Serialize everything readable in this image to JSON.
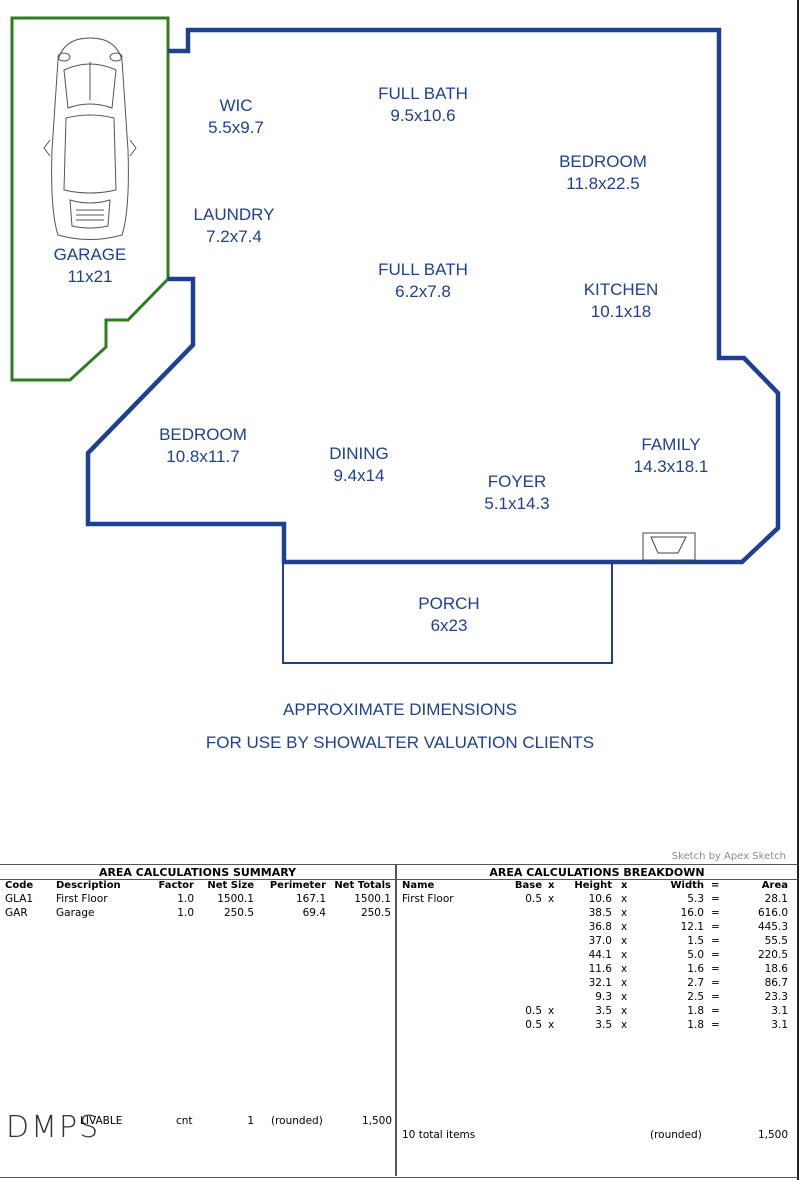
{
  "rooms": [
    {
      "name": "WIC",
      "dims": "5.5x9.7"
    },
    {
      "name": "FULL BATH",
      "dims": "9.5x10.6"
    },
    {
      "name": "BEDROOM",
      "dims": "11.8x22.5"
    },
    {
      "name": "LAUNDRY",
      "dims": "7.2x7.4"
    },
    {
      "name": "GARAGE",
      "dims": "11x21"
    },
    {
      "name": "FULL BATH",
      "dims": "6.2x7.8"
    },
    {
      "name": "KITCHEN",
      "dims": "10.1x18"
    },
    {
      "name": "BEDROOM",
      "dims": "10.8x11.7"
    },
    {
      "name": "DINING",
      "dims": "9.4x14"
    },
    {
      "name": "FAMILY",
      "dims": "14.3x18.1"
    },
    {
      "name": "FOYER",
      "dims": "5.1x14.3"
    },
    {
      "name": "PORCH",
      "dims": "6x23"
    }
  ],
  "captions": {
    "line1": "APPROXIMATE DIMENSIONS",
    "line2": "FOR USE BY SHOWALTER VALUATION CLIENTS"
  },
  "credit": "Sketch by Apex Sketch",
  "colors": {
    "living_outline": "#1f3f8f",
    "garage_outline": "#2e7d1e",
    "text": "#1f3f8f"
  },
  "summary": {
    "title": "AREA CALCULATIONS SUMMARY",
    "headers": {
      "code": "Code",
      "description": "Description",
      "factor": "Factor",
      "net_size": "Net Size",
      "perimeter": "Perimeter",
      "net_totals": "Net Totals"
    },
    "rows": [
      {
        "code": "GLA1",
        "description": "First Floor",
        "factor": "1.0",
        "net_size": "1500.1",
        "perimeter": "167.1",
        "net_totals": "1500.1"
      },
      {
        "code": "GAR",
        "description": "Garage",
        "factor": "1.0",
        "net_size": "250.5",
        "perimeter": "69.4",
        "net_totals": "250.5"
      }
    ],
    "footer": {
      "label": "LIVABLE",
      "unit": "cnt",
      "count": "1",
      "rounded": "(rounded)",
      "total": "1,500"
    }
  },
  "breakdown": {
    "title": "AREA CALCULATIONS BREAKDOWN",
    "headers": {
      "name": "Name",
      "base": "Base",
      "x1": "x",
      "height": "Height",
      "x2": "x",
      "width": "Width",
      "eq": "=",
      "area": "Area"
    },
    "first_name": "First Floor",
    "rows": [
      {
        "base": "0.5",
        "height": "10.6",
        "width": "5.3",
        "area": "28.1"
      },
      {
        "base": "",
        "height": "38.5",
        "width": "16.0",
        "area": "616.0"
      },
      {
        "base": "",
        "height": "36.8",
        "width": "12.1",
        "area": "445.3"
      },
      {
        "base": "",
        "height": "37.0",
        "width": "1.5",
        "area": "55.5"
      },
      {
        "base": "",
        "height": "44.1",
        "width": "5.0",
        "area": "220.5"
      },
      {
        "base": "",
        "height": "11.6",
        "width": "1.6",
        "area": "18.6"
      },
      {
        "base": "",
        "height": "32.1",
        "width": "2.7",
        "area": "86.7"
      },
      {
        "base": "",
        "height": "9.3",
        "width": "2.5",
        "area": "23.3"
      },
      {
        "base": "0.5",
        "height": "3.5",
        "width": "1.8",
        "area": "3.1"
      },
      {
        "base": "0.5",
        "height": "3.5",
        "width": "1.8",
        "area": "3.1"
      }
    ],
    "footer": {
      "items": "10 total items",
      "rounded": "(rounded)",
      "total": "1,500"
    }
  },
  "logo_text": "DMPS"
}
